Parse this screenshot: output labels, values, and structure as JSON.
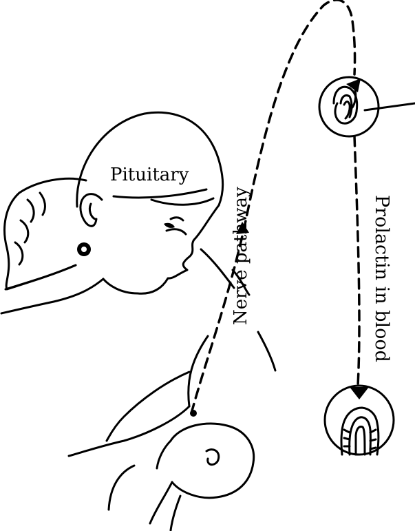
{
  "labels": {
    "pituitary": "Pituitary",
    "nerve_pathway": "Nerve pathway",
    "prolactin_in_blood": "Prolactin in blood"
  },
  "colors": {
    "ink": "#000000",
    "background": "#ffffff"
  },
  "icons": {
    "pituitary_inset": "pituitary-gland-circle-icon",
    "breast_inset": "milk-gland-circle-icon"
  }
}
